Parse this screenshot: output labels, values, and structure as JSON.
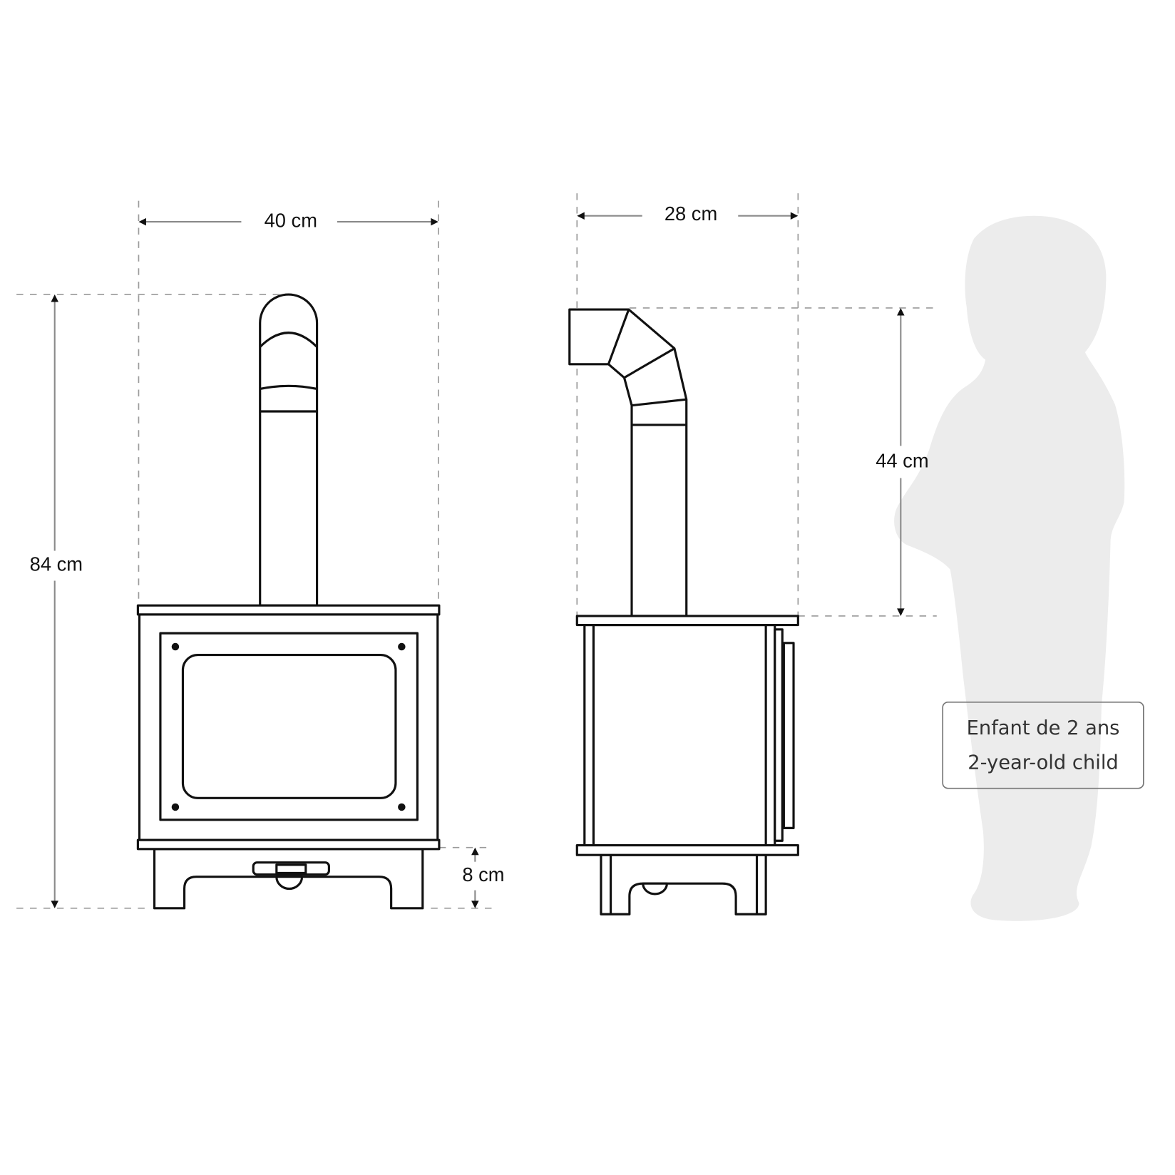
{
  "dimensions": {
    "front_width": "40 cm",
    "total_height": "84 cm",
    "leg_height": "8 cm",
    "side_depth": "28 cm",
    "chimney_height": "44 cm"
  },
  "reference": {
    "line1": "Enfant de 2 ans",
    "line2": "2-year-old child"
  },
  "colors": {
    "outline": "#111111",
    "dimension_line": "#8a8a8a",
    "silhouette": "#ececec"
  }
}
